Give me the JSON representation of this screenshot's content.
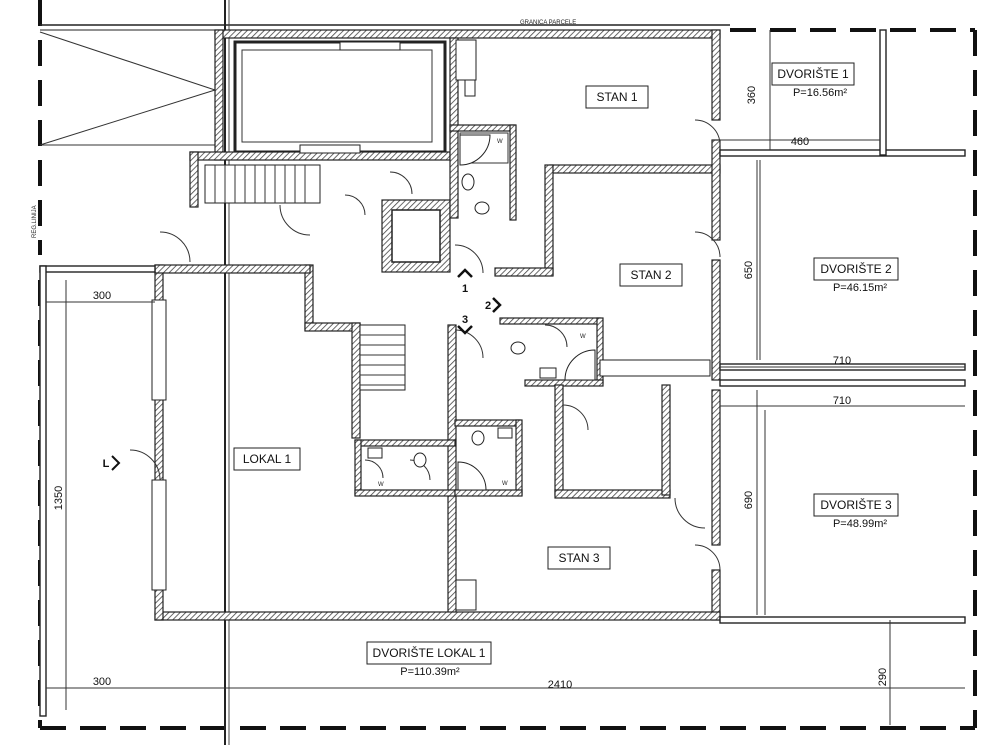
{
  "rooms": {
    "stan1": "STAN 1",
    "stan2": "STAN 2",
    "stan3": "STAN 3",
    "lokal1": "LOKAL 1",
    "dvoriste1": "DVORIŠTE 1",
    "dvoriste1_area": "P=16.56m²",
    "dvoriste2": "DVORIŠTE 2",
    "dvoriste2_area": "P=46.15m²",
    "dvoriste3": "DVORIŠTE 3",
    "dvoriste3_area": "P=48.99m²",
    "dvoriste_lokal1": "DVORIŠTE LOKAL 1",
    "dvoriste_lokal1_area": "P=110.39m²"
  },
  "dimensions": {
    "d360": "360",
    "d460": "460",
    "d650": "650",
    "d710a": "710",
    "d710b": "710",
    "d690": "690",
    "d300a": "300",
    "d300b": "300",
    "d1350": "1350",
    "d2410": "2410",
    "d290": "290"
  },
  "labels": {
    "granica_parcele": "GRANICA PARCELE",
    "reg_linija": "REG.LINIJA",
    "entry1": "1",
    "entry2": "2",
    "entry3": "3",
    "entryL": "L",
    "w1": "W",
    "w2": "W",
    "w3": "W",
    "w4": "W"
  }
}
